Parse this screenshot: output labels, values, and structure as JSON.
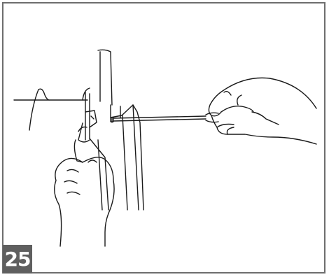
{
  "figure": {
    "step_number": "25",
    "colors": {
      "frame": "#6e6e6e",
      "badge_bg": "#5f5f5f",
      "badge_text": "#ffffff",
      "line": "#1a1a1a"
    },
    "icons": [
      "hand-holding-screwdriver",
      "hand-holding-pliers",
      "machine-side-panel"
    ]
  }
}
